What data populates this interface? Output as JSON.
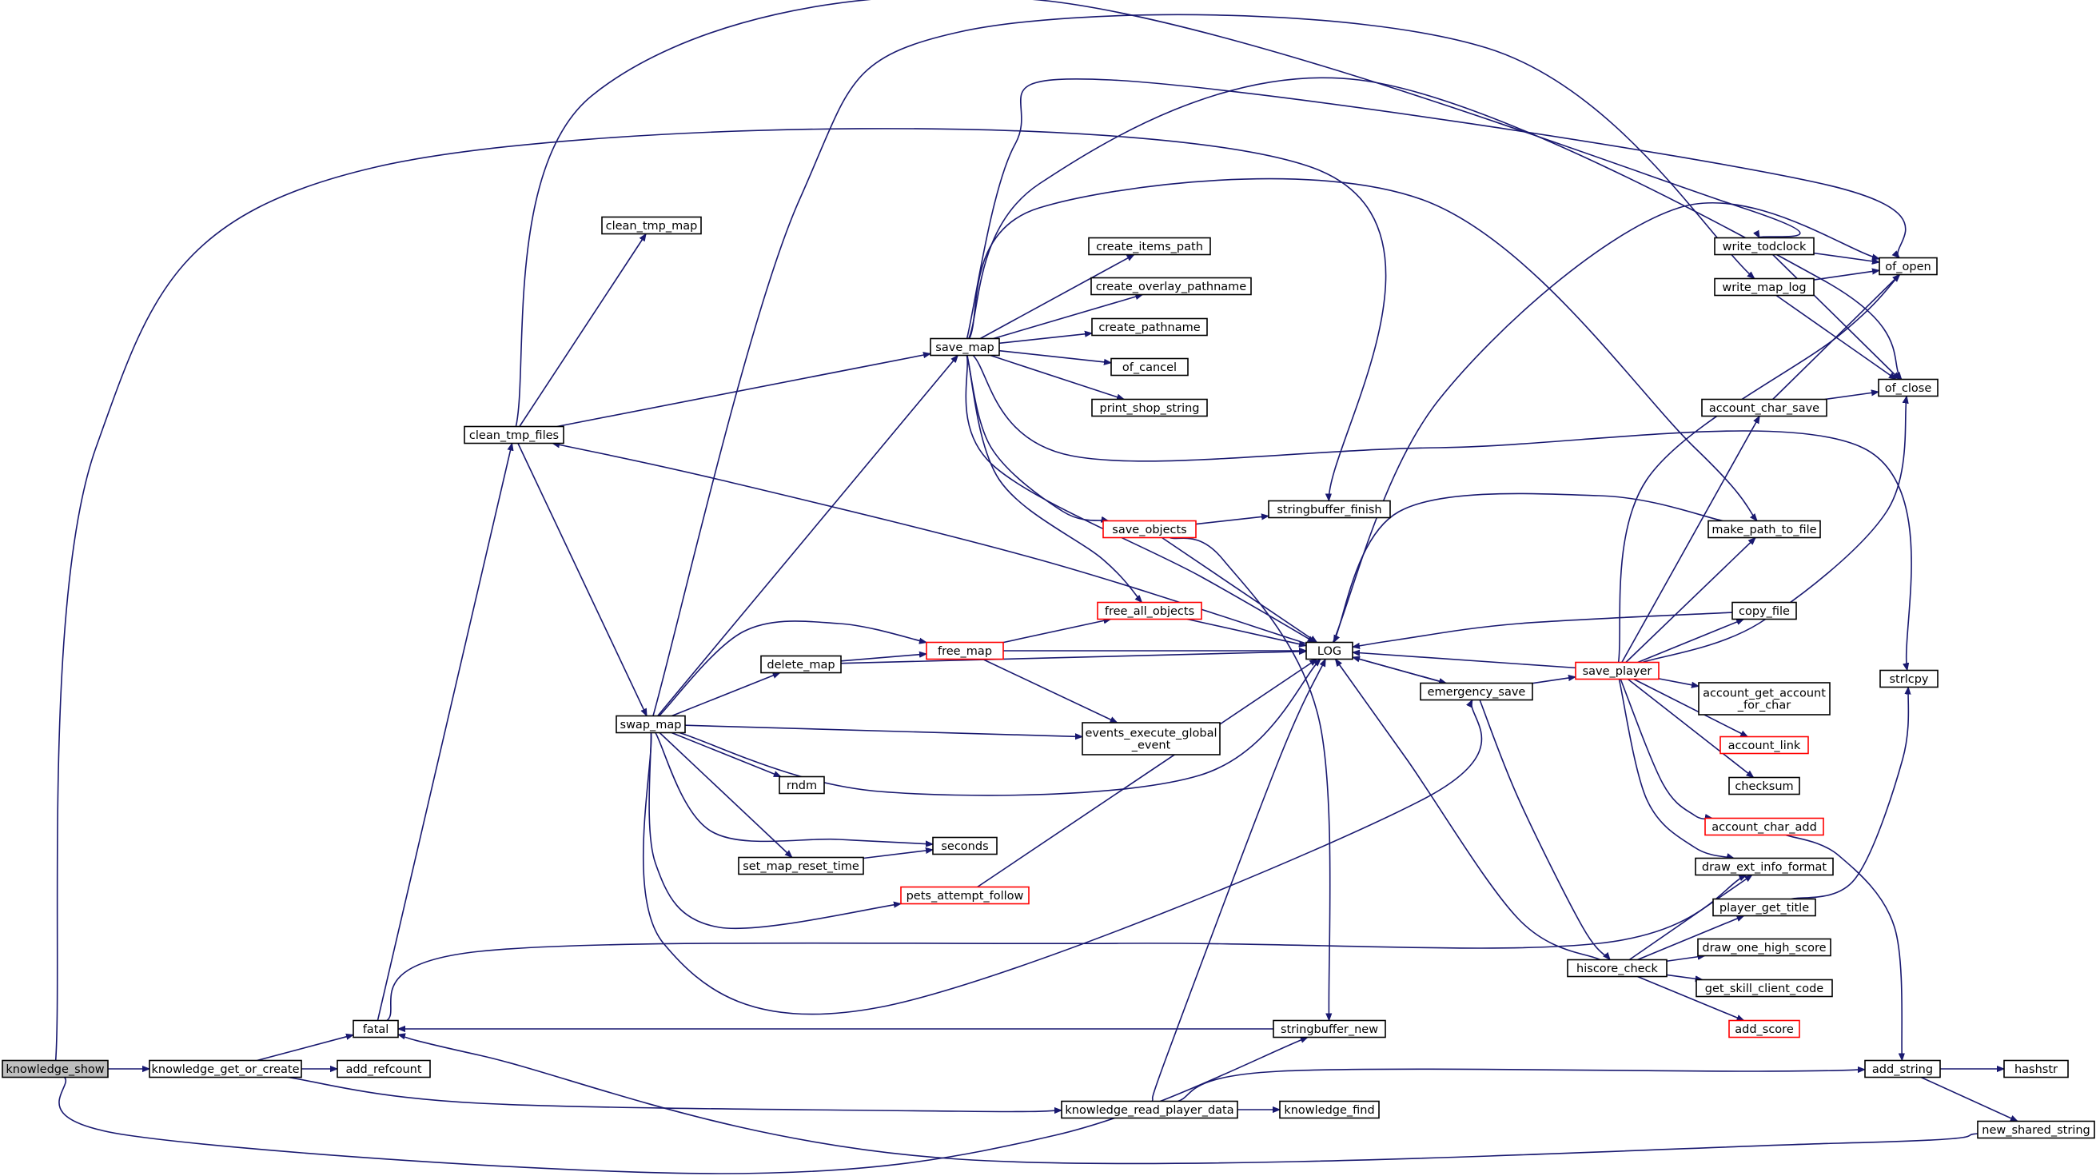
{
  "colors": {
    "edge": "#191970",
    "node_border": "#000000",
    "node_border_truncated": "#ff0000",
    "node_fill": "#ffffff",
    "root_fill": "#bfbfbf"
  },
  "nodes": [
    {
      "id": "knowledge_show",
      "lines": [
        "knowledge_show"
      ],
      "root": true
    },
    {
      "id": "knowledge_get_or_create",
      "lines": [
        "knowledge_get_or_create"
      ]
    },
    {
      "id": "add_refcount",
      "lines": [
        "add_refcount"
      ]
    },
    {
      "id": "fatal",
      "lines": [
        "fatal"
      ]
    },
    {
      "id": "clean_tmp_files",
      "lines": [
        "clean_tmp_files"
      ]
    },
    {
      "id": "clean_tmp_map",
      "lines": [
        "clean_tmp_map"
      ]
    },
    {
      "id": "swap_map",
      "lines": [
        "swap_map"
      ]
    },
    {
      "id": "save_map",
      "lines": [
        "save_map"
      ]
    },
    {
      "id": "create_items_path",
      "lines": [
        "create_items_path"
      ]
    },
    {
      "id": "create_overlay_pathname",
      "lines": [
        "create_overlay_pathname"
      ]
    },
    {
      "id": "create_pathname",
      "lines": [
        "create_pathname"
      ]
    },
    {
      "id": "of_cancel",
      "lines": [
        "of_cancel"
      ]
    },
    {
      "id": "print_shop_string",
      "lines": [
        "print_shop_string"
      ]
    },
    {
      "id": "save_objects",
      "lines": [
        "save_objects"
      ],
      "truncated": true
    },
    {
      "id": "stringbuffer_finish",
      "lines": [
        "stringbuffer_finish"
      ]
    },
    {
      "id": "free_all_objects",
      "lines": [
        "free_all_objects"
      ],
      "truncated": true
    },
    {
      "id": "free_map",
      "lines": [
        "free_map"
      ],
      "truncated": true
    },
    {
      "id": "delete_map",
      "lines": [
        "delete_map"
      ]
    },
    {
      "id": "LOG",
      "lines": [
        "LOG"
      ]
    },
    {
      "id": "events_execute_global_event",
      "lines": [
        "events_execute_global",
        "_event"
      ]
    },
    {
      "id": "rndm",
      "lines": [
        "rndm"
      ]
    },
    {
      "id": "seconds",
      "lines": [
        "seconds"
      ]
    },
    {
      "id": "set_map_reset_time",
      "lines": [
        "set_map_reset_time"
      ]
    },
    {
      "id": "pets_attempt_follow",
      "lines": [
        "pets_attempt_follow"
      ],
      "truncated": true
    },
    {
      "id": "emergency_save",
      "lines": [
        "emergency_save"
      ]
    },
    {
      "id": "save_player",
      "lines": [
        "save_player"
      ],
      "truncated": true
    },
    {
      "id": "write_todclock",
      "lines": [
        "write_todclock"
      ]
    },
    {
      "id": "write_map_log",
      "lines": [
        "write_map_log"
      ]
    },
    {
      "id": "of_open",
      "lines": [
        "of_open"
      ]
    },
    {
      "id": "of_close",
      "lines": [
        "of_close"
      ]
    },
    {
      "id": "account_char_save",
      "lines": [
        "account_char_save"
      ]
    },
    {
      "id": "make_path_to_file",
      "lines": [
        "make_path_to_file"
      ]
    },
    {
      "id": "copy_file",
      "lines": [
        "copy_file"
      ]
    },
    {
      "id": "account_get_account_for_char",
      "lines": [
        "account_get_account",
        "_for_char"
      ]
    },
    {
      "id": "account_link",
      "lines": [
        "account_link"
      ],
      "truncated": true
    },
    {
      "id": "checksum",
      "lines": [
        "checksum"
      ]
    },
    {
      "id": "account_char_add",
      "lines": [
        "account_char_add"
      ],
      "truncated": true
    },
    {
      "id": "draw_ext_info_format",
      "lines": [
        "draw_ext_info_format"
      ]
    },
    {
      "id": "player_get_title",
      "lines": [
        "player_get_title"
      ]
    },
    {
      "id": "hiscore_check",
      "lines": [
        "hiscore_check"
      ]
    },
    {
      "id": "draw_one_high_score",
      "lines": [
        "draw_one_high_score"
      ]
    },
    {
      "id": "get_skill_client_code",
      "lines": [
        "get_skill_client_code"
      ]
    },
    {
      "id": "add_score",
      "lines": [
        "add_score"
      ],
      "truncated": true
    },
    {
      "id": "strlcpy",
      "lines": [
        "strlcpy"
      ]
    },
    {
      "id": "stringbuffer_new",
      "lines": [
        "stringbuffer_new"
      ]
    },
    {
      "id": "knowledge_read_player_data",
      "lines": [
        "knowledge_read_player_data"
      ]
    },
    {
      "id": "knowledge_find",
      "lines": [
        "knowledge_find"
      ]
    },
    {
      "id": "add_string",
      "lines": [
        "add_string"
      ]
    },
    {
      "id": "hashstr",
      "lines": [
        "hashstr"
      ]
    },
    {
      "id": "new_shared_string",
      "lines": [
        "new_shared_string"
      ]
    }
  ],
  "edges": [
    [
      "knowledge_show",
      "knowledge_get_or_create"
    ],
    [
      "knowledge_show",
      "stringbuffer_finish"
    ],
    [
      "knowledge_show",
      "stringbuffer_new"
    ],
    [
      "knowledge_get_or_create",
      "add_refcount"
    ],
    [
      "knowledge_get_or_create",
      "fatal"
    ],
    [
      "knowledge_get_or_create",
      "knowledge_read_player_data"
    ],
    [
      "fatal",
      "clean_tmp_files"
    ],
    [
      "fatal",
      "draw_ext_info_format"
    ],
    [
      "clean_tmp_files",
      "clean_tmp_map"
    ],
    [
      "clean_tmp_files",
      "save_map"
    ],
    [
      "clean_tmp_files",
      "swap_map"
    ],
    [
      "clean_tmp_files",
      "write_todclock"
    ],
    [
      "save_map",
      "create_items_path"
    ],
    [
      "save_map",
      "create_overlay_pathname"
    ],
    [
      "save_map",
      "create_pathname"
    ],
    [
      "save_map",
      "of_cancel"
    ],
    [
      "save_map",
      "print_shop_string"
    ],
    [
      "save_map",
      "save_objects"
    ],
    [
      "save_map",
      "free_all_objects"
    ],
    [
      "save_map",
      "LOG"
    ],
    [
      "save_map",
      "of_open"
    ],
    [
      "save_map",
      "of_close"
    ],
    [
      "save_map",
      "make_path_to_file"
    ],
    [
      "save_map",
      "strlcpy"
    ],
    [
      "save_objects",
      "stringbuffer_finish"
    ],
    [
      "save_objects",
      "LOG"
    ],
    [
      "save_objects",
      "stringbuffer_new"
    ],
    [
      "swap_map",
      "save_map"
    ],
    [
      "swap_map",
      "free_map"
    ],
    [
      "swap_map",
      "delete_map"
    ],
    [
      "swap_map",
      "events_execute_global_event"
    ],
    [
      "swap_map",
      "LOG"
    ],
    [
      "swap_map",
      "rndm"
    ],
    [
      "swap_map",
      "seconds"
    ],
    [
      "swap_map",
      "set_map_reset_time"
    ],
    [
      "swap_map",
      "pets_attempt_follow"
    ],
    [
      "swap_map",
      "write_map_log"
    ],
    [
      "swap_map",
      "emergency_save"
    ],
    [
      "delete_map",
      "free_map"
    ],
    [
      "delete_map",
      "LOG"
    ],
    [
      "free_map",
      "free_all_objects"
    ],
    [
      "free_map",
      "LOG"
    ],
    [
      "free_map",
      "events_execute_global_event"
    ],
    [
      "free_all_objects",
      "LOG"
    ],
    [
      "set_map_reset_time",
      "seconds"
    ],
    [
      "pets_attempt_follow",
      "LOG"
    ],
    [
      "LOG",
      "clean_tmp_files"
    ],
    [
      "LOG",
      "emergency_save"
    ],
    [
      "LOG",
      "of_open"
    ],
    [
      "emergency_save",
      "LOG"
    ],
    [
      "emergency_save",
      "save_player"
    ],
    [
      "emergency_save",
      "hiscore_check"
    ],
    [
      "save_player",
      "LOG"
    ],
    [
      "save_player",
      "of_open"
    ],
    [
      "save_player",
      "of_close"
    ],
    [
      "save_player",
      "account_char_save"
    ],
    [
      "save_player",
      "make_path_to_file"
    ],
    [
      "save_player",
      "copy_file"
    ],
    [
      "save_player",
      "account_get_account_for_char"
    ],
    [
      "save_player",
      "account_link"
    ],
    [
      "save_player",
      "checksum"
    ],
    [
      "save_player",
      "account_char_add"
    ],
    [
      "save_player",
      "draw_ext_info_format"
    ],
    [
      "write_todclock",
      "of_open"
    ],
    [
      "write_todclock",
      "of_close"
    ],
    [
      "write_map_log",
      "of_open"
    ],
    [
      "write_map_log",
      "of_close"
    ],
    [
      "account_char_save",
      "of_open"
    ],
    [
      "account_char_save",
      "of_close"
    ],
    [
      "make_path_to_file",
      "LOG"
    ],
    [
      "copy_file",
      "LOG"
    ],
    [
      "account_char_add",
      "add_string"
    ],
    [
      "player_get_title",
      "strlcpy"
    ],
    [
      "hiscore_check",
      "LOG"
    ],
    [
      "hiscore_check",
      "draw_ext_info_format"
    ],
    [
      "hiscore_check",
      "player_get_title"
    ],
    [
      "hiscore_check",
      "draw_one_high_score"
    ],
    [
      "hiscore_check",
      "get_skill_client_code"
    ],
    [
      "hiscore_check",
      "add_score"
    ],
    [
      "stringbuffer_new",
      "fatal"
    ],
    [
      "knowledge_read_player_data",
      "LOG"
    ],
    [
      "knowledge_read_player_data",
      "knowledge_find"
    ],
    [
      "knowledge_read_player_data",
      "add_string"
    ],
    [
      "add_string",
      "hashstr"
    ],
    [
      "add_string",
      "new_shared_string"
    ],
    [
      "new_shared_string",
      "fatal"
    ]
  ]
}
